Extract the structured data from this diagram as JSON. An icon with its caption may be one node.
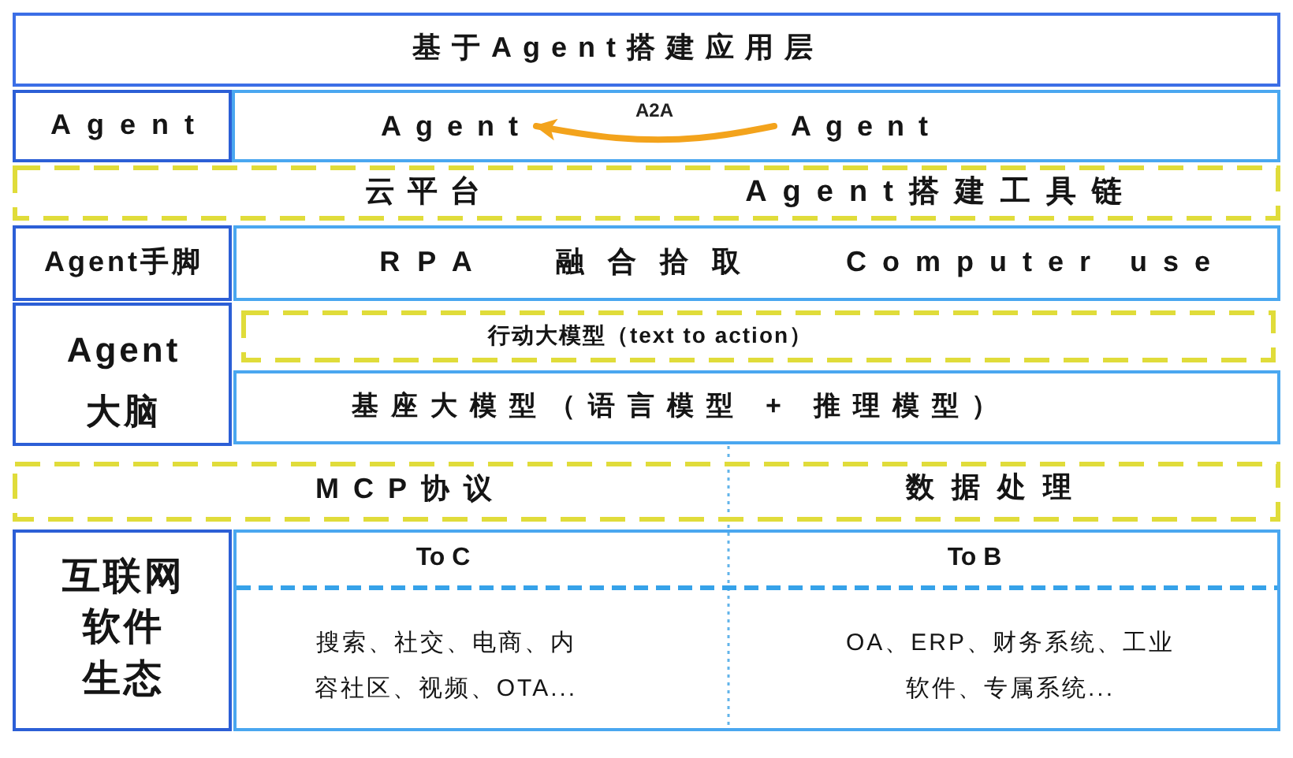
{
  "diagram": {
    "nodes": [
      {
        "text": [
          "基于Agent搭建应用层"
        ]
      },
      {
        "text": [
          "Agent"
        ]
      },
      {
        "text": [],
        "shape": "box"
      },
      {
        "text": [
          "Agent"
        ],
        "in": 2
      },
      {
        "text": [
          "Agent"
        ],
        "in": 2
      },
      {
        "text": [
          "云平台",
          "Agent搭建工具链"
        ]
      },
      {
        "text": [
          "Agent手脚"
        ]
      },
      {
        "text": [
          "RPA",
          "融合拾取",
          "Computer use"
        ]
      },
      {
        "text": [
          "Agent 大脑"
        ]
      },
      {
        "text": [
          "行动大模型（text to action）"
        ]
      },
      {
        "text": [
          "基座大模型（语言模型 + 推理模型）"
        ]
      },
      {
        "text": [
          "MCP协议",
          "数据处理"
        ]
      },
      {
        "text": [
          "互联网软件生态"
        ]
      },
      {
        "text": [
          "To C",
          "To B",
          "搜索、社交、电商、内容社区、视频、OTA...",
          "OA、ERP、财务系统、工业软件、专属系统..."
        ]
      }
    ],
    "edges": [
      {
        "from": 4,
        "to": 3,
        "arrow": "to",
        "label": "A2A",
        "color": "#f3a31c"
      }
    ]
  }
}
